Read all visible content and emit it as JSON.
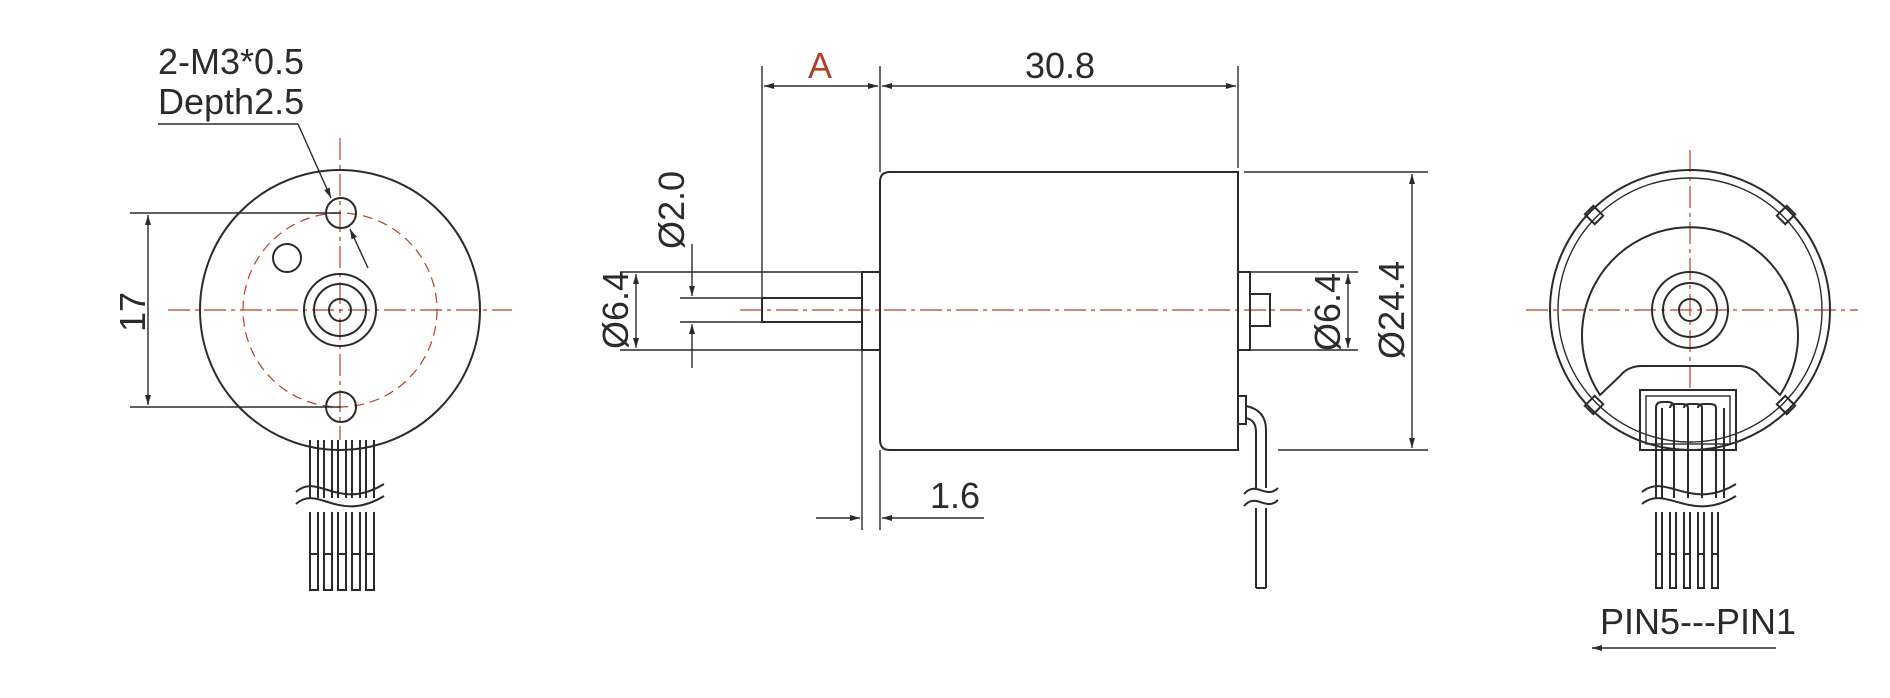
{
  "colors": {
    "line": "#2b2b2b",
    "centerline": "#b3412b",
    "background": "#ffffff"
  },
  "front_view": {
    "thread_note_line1": "2-M3*0.5",
    "thread_note_line2": "Depth2.5",
    "hole_spacing": "17"
  },
  "side_view": {
    "shaft_length_label": "A",
    "body_length": "30.8",
    "shaft_diameter": "Ø2.0",
    "boss_diameter_front": "Ø6.4",
    "boss_diameter_rear": "Ø6.4",
    "body_diameter": "Ø24.4",
    "boss_thickness": "1.6"
  },
  "rear_view": {
    "pin_label": "PIN5---PIN1"
  }
}
